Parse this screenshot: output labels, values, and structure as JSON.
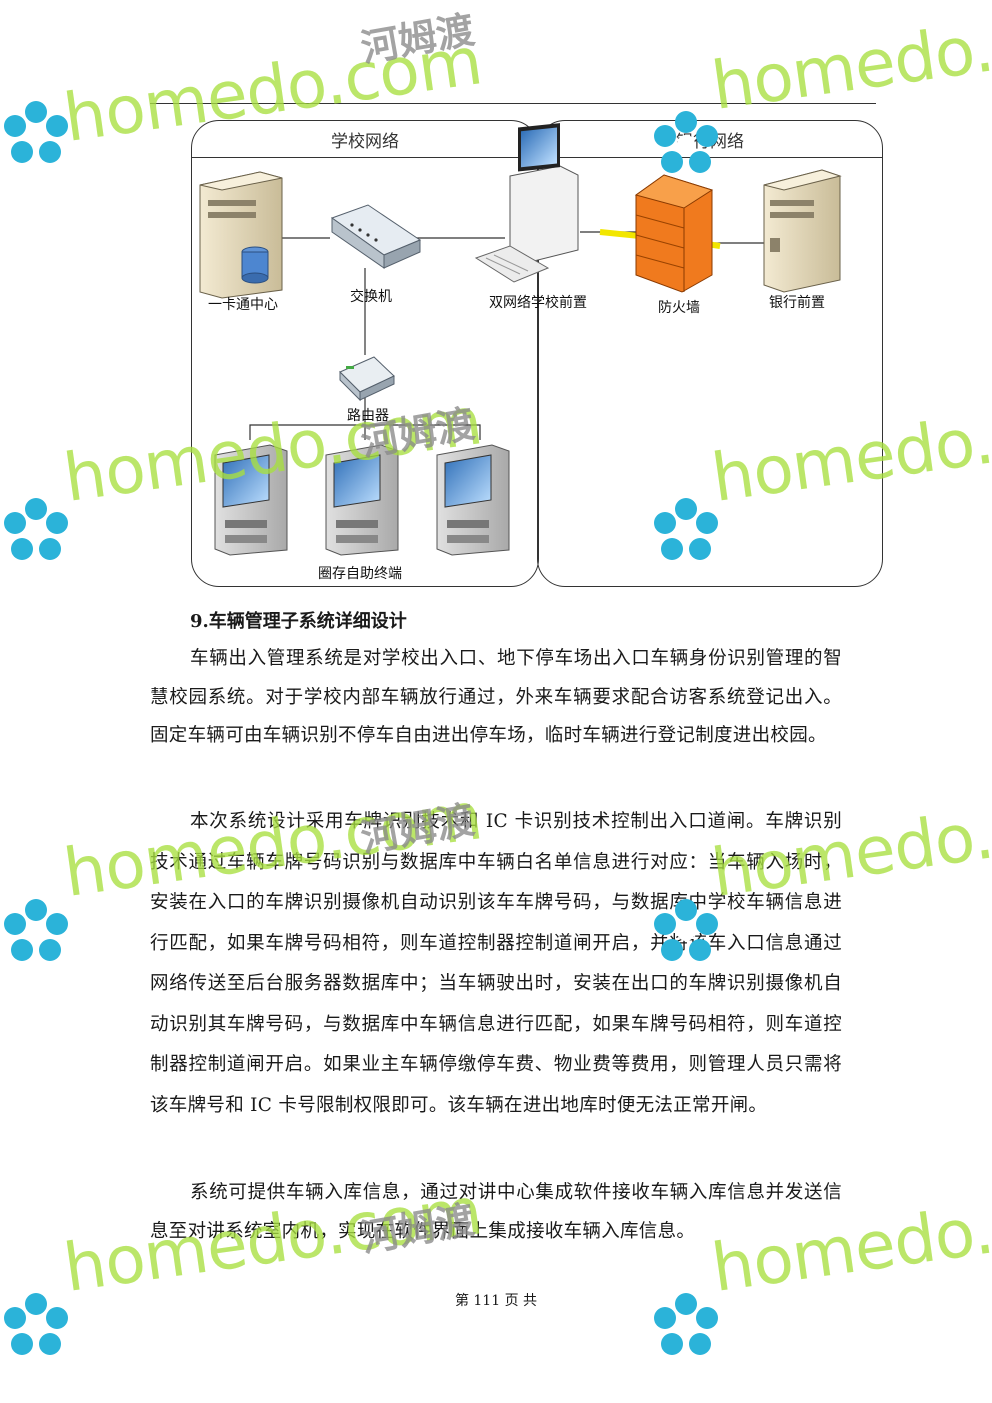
{
  "diagram": {
    "zone_school_title": "学校网络",
    "zone_bank_title": "银行网络",
    "labels": {
      "card_center": "一卡通中心",
      "switch": "交换机",
      "dual_frontend": "双网络学校前置",
      "firewall": "防火墙",
      "bank_frontend": "银行前置",
      "router": "路由器",
      "terminals": "圈存自助终端"
    }
  },
  "section": {
    "heading": "9.车辆管理子系统详细设计",
    "paragraphs": [
      "车辆出入管理系统是对学校出入口、地下停车场出入口车辆身份识别管理的智慧校园系统。对于学校内部车辆放行通过，外来车辆要求配合访客系统登记出入。固定车辆可由车辆识别不停车自由进出停车场，临时车辆进行登记制度进出校园。",
      "本次系统设计采用车牌识别技术和 IC 卡识别技术控制出入口道闸。车牌识别技术通过车辆车牌号码识别与数据库中车辆白名单信息进行对应：当车辆入场时，安装在入口的车牌识别摄像机自动识别该车车牌号码，与数据库中学校车辆信息进行匹配，如果车牌号码相符，则车道控制器控制道闸开启，并将该车入口信息通过网络传送至后台服务器数据库中；当车辆驶出时，安装在出口的车牌识别摄像机自动识别其车牌号码，与数据库中车辆信息进行匹配，如果车牌号码相符，则车道控制器控制道闸开启。如果业主车辆停缴停车费、物业费等费用，则管理人员只需将该车牌号和 IC 卡号限制权限即可。该车辆在进出地库时便无法正常开闸。",
      "系统可提供车辆入库信息，通过对讲中心集成软件接收车辆入库信息并发送信息至对讲系统室内机，实现在软件界面上集成接收车辆入库信息。"
    ]
  },
  "footer": {
    "text": "第 111 页 共"
  },
  "watermark": {
    "latin": "homedo.com",
    "cn": "河姆渡"
  },
  "colors": {
    "watermark_green": "#a8e040",
    "flower_blue": "#2bb3d9",
    "firewall_orange": "#f07a1e"
  }
}
